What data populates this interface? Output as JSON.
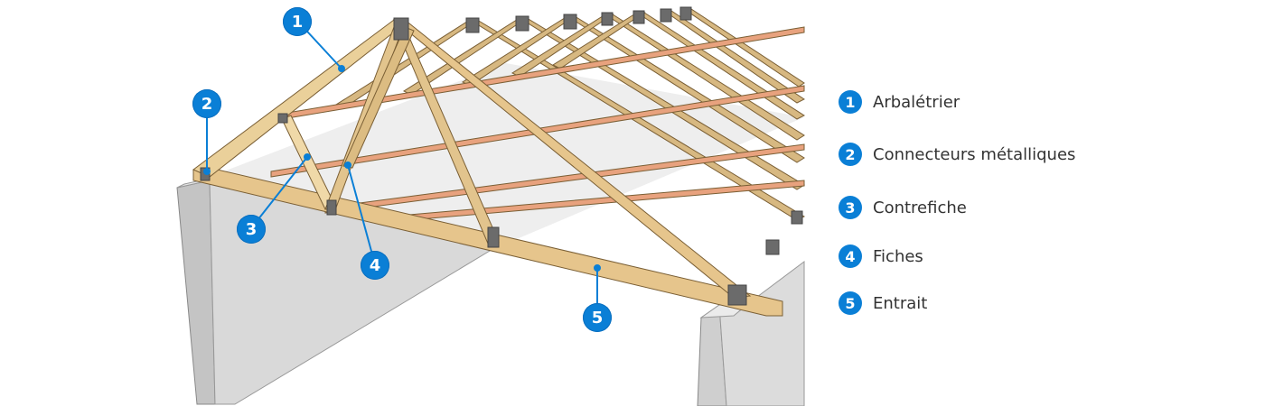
{
  "diagram": {
    "subject": "roof truss structure",
    "colors": {
      "accent": "#0a7fd6",
      "timber": "#e6c58c",
      "timber_dark": "#c9a56a",
      "bracing": "#e8a27e",
      "connector": "#6b6b6b",
      "wall": "#d9d9d9",
      "wall_side": "#c4c4c4",
      "legend_text": "#333333"
    }
  },
  "callouts": [
    {
      "number": "1",
      "label": "Arbalétrier"
    },
    {
      "number": "2",
      "label": "Connecteurs métalliques"
    },
    {
      "number": "3",
      "label": "Contrefiche"
    },
    {
      "number": "4",
      "label": "Fiches"
    },
    {
      "number": "5",
      "label": "Entrait"
    }
  ],
  "legend": {
    "items": [
      {
        "number": "1",
        "label": "Arbalétrier"
      },
      {
        "number": "2",
        "label": "Connecteurs métalliques"
      },
      {
        "number": "3",
        "label": "Contrefiche"
      },
      {
        "number": "4",
        "label": "Fiches"
      },
      {
        "number": "5",
        "label": "Entrait"
      }
    ]
  }
}
